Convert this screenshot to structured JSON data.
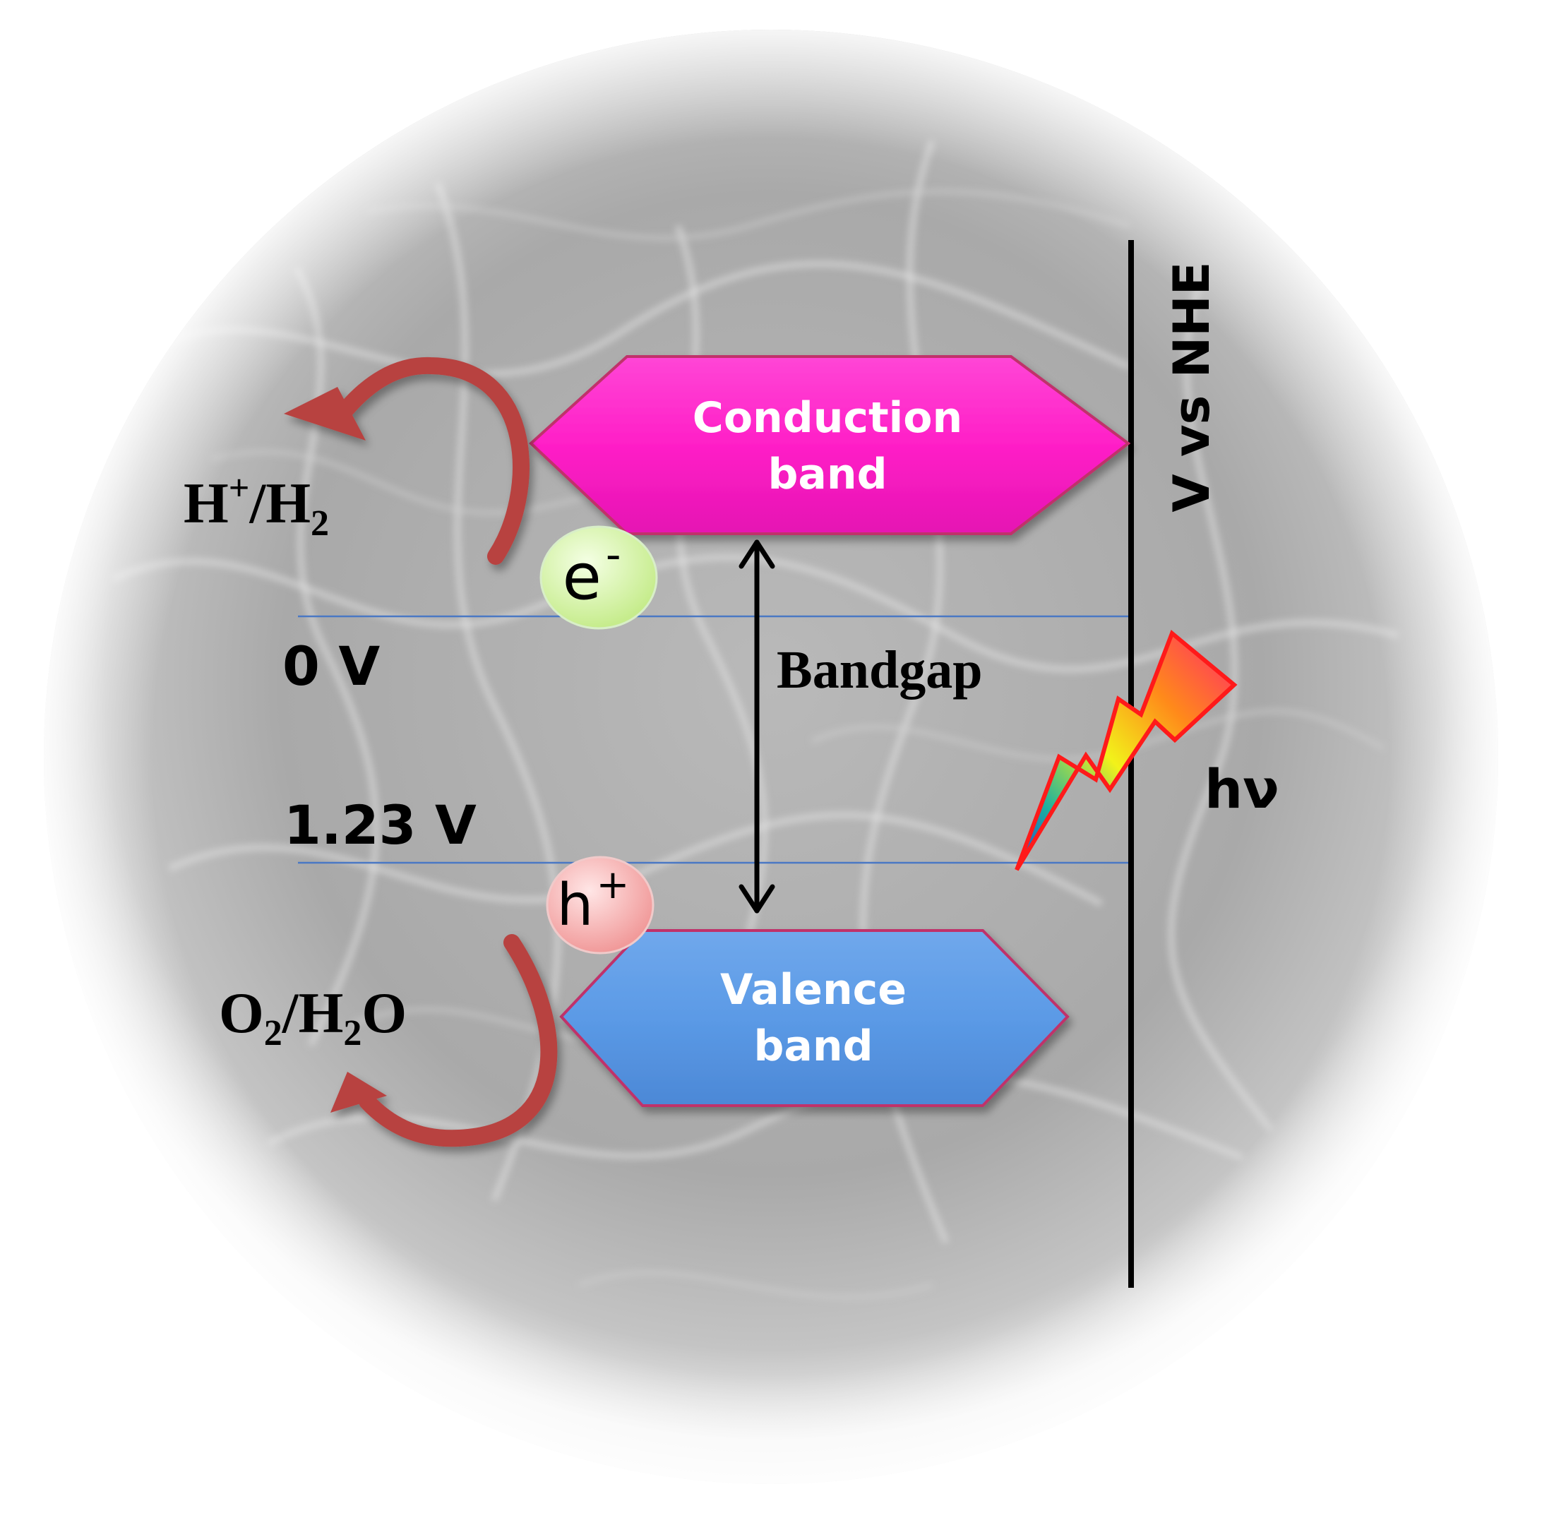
{
  "conduction_band": {
    "line1": "Conduction",
    "line2": "band"
  },
  "valence_band": {
    "line1": "Valence",
    "line2": "band"
  },
  "axis_label": "V vs NHE",
  "levels": [
    {
      "label": "0 V"
    },
    {
      "label": "1.23 V"
    }
  ],
  "bandgap_label": "Bandgap",
  "photon_label": "hν",
  "electron": {
    "base": "e",
    "sup": "-"
  },
  "hole": {
    "base": "h",
    "sup": "+"
  },
  "reduction_couple": {
    "p1": "H",
    "sup": "+",
    "p2": "/H",
    "sub": "2"
  },
  "oxidation_couple": {
    "p1": "O",
    "sub1": "2",
    "p2": "/H",
    "sub2": "2",
    "p3": "O"
  },
  "colors": {
    "conduction_band": "#ff1fc7",
    "valence_band": "#5b9ae6",
    "band_outline": "#c0306a",
    "curved_arrow": "#b84240",
    "level_line": "#4a78c4",
    "electron_bubble": "#d8f5a8",
    "hole_bubble": "#f6b4b4"
  }
}
